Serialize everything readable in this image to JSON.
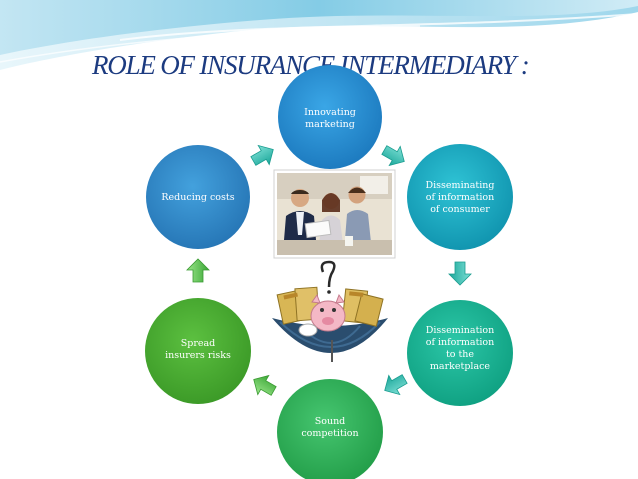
{
  "title": "ROLE OF INSURANCE INTERMEDIARY :",
  "nodes": [
    {
      "id": "innovating",
      "label": "Innovating\nmarketing",
      "color": "#1f86c8"
    },
    {
      "id": "disseminating",
      "label": "Disseminating\nof information\nof consumer",
      "color": "#13a3b9"
    },
    {
      "id": "dissemination-marketplace",
      "label": "Dissemination\nof information\nto the\nmarketplace",
      "color": "#11aa8d"
    },
    {
      "id": "sound-competition",
      "label": "Sound\ncompetition",
      "color": "#26ad55"
    },
    {
      "id": "spread-risks",
      "label": "Spread\ninsurers risks",
      "color": "#45a72e"
    },
    {
      "id": "reducing-costs",
      "label": "Reducing costs",
      "color": "#2e83c0"
    }
  ],
  "arrow_color": "#29b6a8"
}
